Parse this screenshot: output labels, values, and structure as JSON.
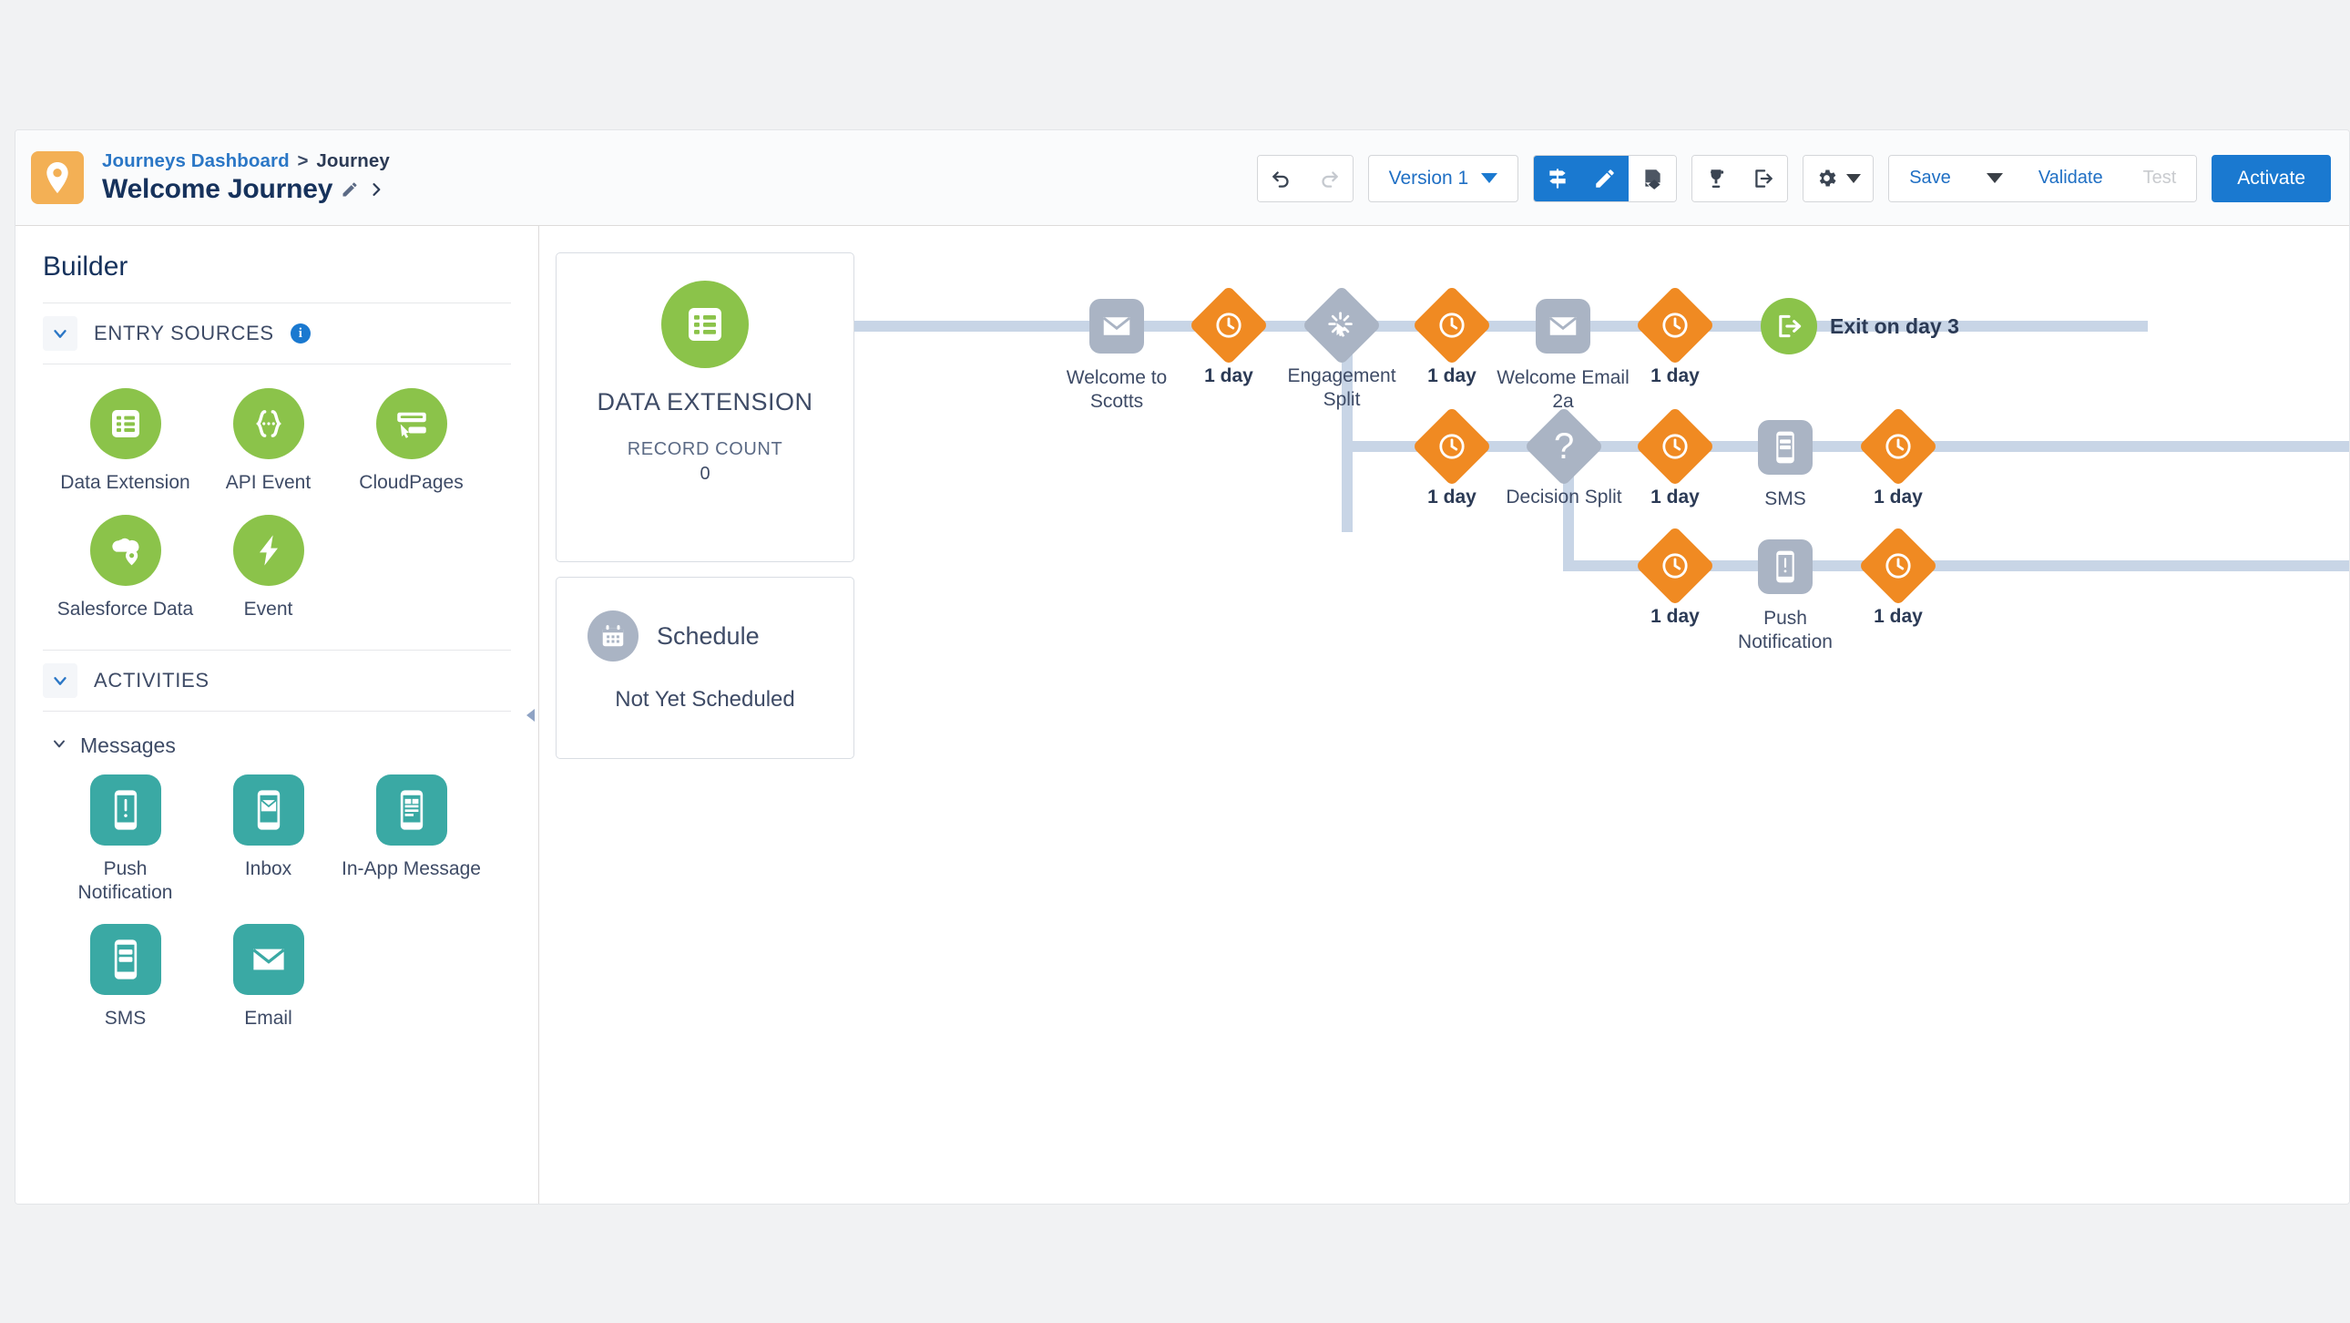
{
  "header": {
    "breadcrumb_link": "Journeys Dashboard",
    "breadcrumb_sep": ">",
    "breadcrumb_current": "Journey",
    "journey_title": "Welcome Journey",
    "edit_icon": "pencil-icon",
    "expand_icon": "chevron-right-icon",
    "app_icon": "journey-pin-icon"
  },
  "toolbar": {
    "undo": "undo-icon",
    "redo": "redo-icon",
    "version_label": "Version 1",
    "view_signpost": "signpost-icon",
    "view_edit": "pencil-icon",
    "view_layers": "layers-icon",
    "goals": "trophy-icon",
    "exit_criteria": "exit-icon",
    "settings": "gear-icon",
    "save_label": "Save",
    "validate_label": "Validate",
    "test_label": "Test",
    "test_disabled": true,
    "activate_label": "Activate"
  },
  "sidebar": {
    "title": "Builder",
    "collapse_handle": "collapse-left-icon",
    "sections": [
      {
        "label": "ENTRY SOURCES",
        "has_info": true,
        "info_glyph": "i",
        "items": [
          {
            "label": "Data\nExtension",
            "icon": "data-extension-icon",
            "shape": "circle",
            "color": "#8bc34a"
          },
          {
            "label": "API Event",
            "icon": "api-event-icon",
            "shape": "circle",
            "color": "#8bc34a"
          },
          {
            "label": "CloudPages",
            "icon": "cloudpages-icon",
            "shape": "circle",
            "color": "#8bc34a"
          },
          {
            "label": "Salesforce\nData",
            "icon": "salesforce-cloud-icon",
            "shape": "circle",
            "color": "#8bc34a"
          },
          {
            "label": "Event",
            "icon": "lightning-bolt-icon",
            "shape": "circle",
            "color": "#8bc34a"
          }
        ]
      },
      {
        "label": "ACTIVITIES",
        "has_info": false,
        "subsections": [
          {
            "label": "Messages",
            "items": [
              {
                "label": "Push\nNotification",
                "icon": "push-notification-icon",
                "shape": "rounded",
                "color": "#3aa9a4"
              },
              {
                "label": "Inbox",
                "icon": "inbox-icon",
                "shape": "rounded",
                "color": "#3aa9a4"
              },
              {
                "label": "In-App\nMessage",
                "icon": "in-app-message-icon",
                "shape": "rounded",
                "color": "#3aa9a4"
              },
              {
                "label": "SMS",
                "icon": "sms-icon",
                "shape": "rounded",
                "color": "#3aa9a4"
              },
              {
                "label": "Email",
                "icon": "email-icon",
                "shape": "rounded",
                "color": "#3aa9a4"
              }
            ]
          }
        ]
      }
    ]
  },
  "canvas": {
    "entry_card": {
      "icon": "data-extension-icon",
      "name": "DATA EXTENSION",
      "record_count_label": "RECORD COUNT",
      "record_count_value": "0"
    },
    "schedule_card": {
      "icon": "calendar-icon",
      "title": "Schedule",
      "status": "Not Yet Scheduled"
    },
    "nodes": [
      {
        "id": "n1",
        "label": "Welcome to\nScotts",
        "type": "email",
        "icon": "email-icon"
      },
      {
        "id": "n2",
        "label": "1 day",
        "type": "wait",
        "icon": "clock-icon"
      },
      {
        "id": "n3",
        "label": "Engagement\nSplit",
        "type": "engagement-split",
        "icon": "engagement-split-icon"
      },
      {
        "id": "n4",
        "label": "1 day",
        "type": "wait",
        "icon": "clock-icon"
      },
      {
        "id": "n5",
        "label": "Welcome Email\n2a",
        "type": "email",
        "icon": "email-icon"
      },
      {
        "id": "n6",
        "label": "1 day",
        "type": "wait",
        "icon": "clock-icon"
      },
      {
        "id": "n7",
        "label": "1 day",
        "type": "wait",
        "icon": "clock-icon"
      },
      {
        "id": "n8",
        "label": "Decision Split",
        "type": "decision-split",
        "icon": "question-mark-icon"
      },
      {
        "id": "n9",
        "label": "1 day",
        "type": "wait",
        "icon": "clock-icon"
      },
      {
        "id": "n10",
        "label": "SMS",
        "type": "sms",
        "icon": "sms-icon"
      },
      {
        "id": "n11",
        "label": "1 day",
        "type": "wait",
        "icon": "clock-icon"
      },
      {
        "id": "n12",
        "label": "1 day",
        "type": "wait",
        "icon": "clock-icon"
      },
      {
        "id": "n13",
        "label": "Push\nNotification",
        "type": "push",
        "icon": "push-notification-icon"
      },
      {
        "id": "n14",
        "label": "1 day",
        "type": "wait",
        "icon": "clock-icon"
      }
    ],
    "exit_node": {
      "label": "Exit on day 3",
      "icon": "exit-icon"
    }
  },
  "colors": {
    "brand_blue": "#1a79d0",
    "entry_green": "#8bc34a",
    "activity_teal": "#3aa9a4",
    "wait_orange": "#f08a22",
    "split_grey": "#aab4c4",
    "connector": "#c8d5e6",
    "journey_badge": "#f3b055"
  }
}
